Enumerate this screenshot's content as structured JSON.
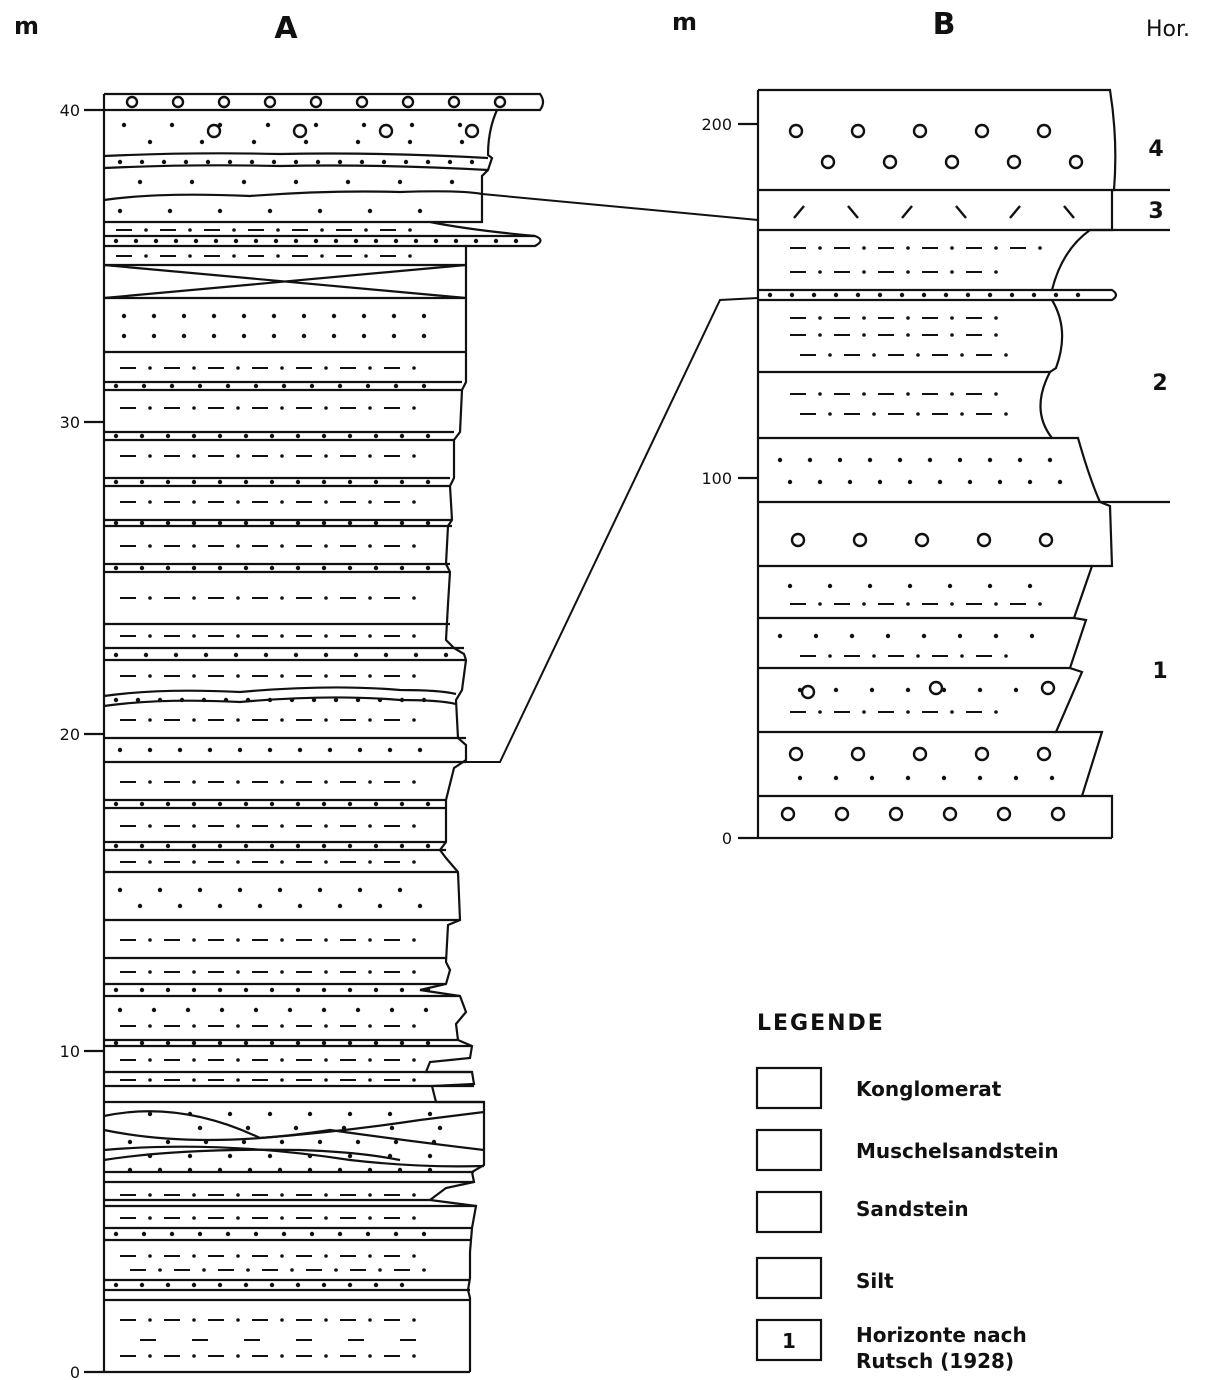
{
  "columnA": {
    "title": "A",
    "unit": "m",
    "ticks": [
      {
        "value": 0,
        "label": "0"
      },
      {
        "value": 10,
        "label": "10"
      },
      {
        "value": 20,
        "label": "20"
      },
      {
        "value": 30,
        "label": "30"
      },
      {
        "value": 40,
        "label": "40"
      }
    ]
  },
  "columnB": {
    "title": "B",
    "unit": "m",
    "horizon_header": "Hor.",
    "ticks": [
      {
        "value": 0,
        "label": "0"
      },
      {
        "value": 100,
        "label": "100"
      },
      {
        "value": 200,
        "label": "200"
      }
    ],
    "horizons": [
      {
        "label": "1"
      },
      {
        "label": "2"
      },
      {
        "label": "3"
      },
      {
        "label": "4"
      }
    ]
  },
  "legend": {
    "title": "LEGENDE",
    "items": [
      {
        "key": "konglomerat",
        "label": "Konglomerat"
      },
      {
        "key": "muschelsandstein",
        "label": "Muschelsandstein"
      },
      {
        "key": "sandstein",
        "label": "Sandstein"
      },
      {
        "key": "silt",
        "label": "Silt"
      },
      {
        "key": "horizonte",
        "label_line1": "Horizonte nach",
        "label_line2": "Rutsch (1928)",
        "box_text": "1"
      }
    ]
  }
}
